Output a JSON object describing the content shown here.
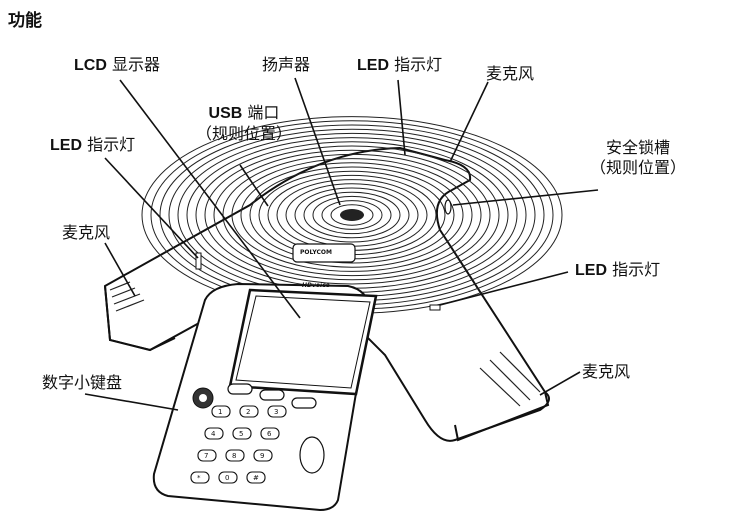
{
  "page_title": "功能",
  "labels": {
    "lcd": {
      "prefix": "LCD",
      "text": "显示器"
    },
    "speaker": "扬声器",
    "led_top": {
      "prefix": "LED",
      "text": "指示灯"
    },
    "mic_top_right": "麦克风",
    "usb": {
      "prefix": "USB",
      "text": "端口",
      "note": "（规则位置）"
    },
    "led_left": {
      "prefix": "LED",
      "text": "指示灯"
    },
    "security_slot": {
      "text": "安全锁槽",
      "note": "（规则位置）"
    },
    "mic_left": "麦克风",
    "led_right": {
      "prefix": "LED",
      "text": "指示灯"
    },
    "keypad": "数字小键盘",
    "mic_bottom_right": "麦克风"
  },
  "device": {
    "brand": "POLYCOM",
    "hd_logo": "HDvoice",
    "keys": [
      "1",
      "2",
      "3",
      "4",
      "5",
      "6",
      "7",
      "8",
      "9",
      "*",
      "0",
      "#"
    ]
  }
}
